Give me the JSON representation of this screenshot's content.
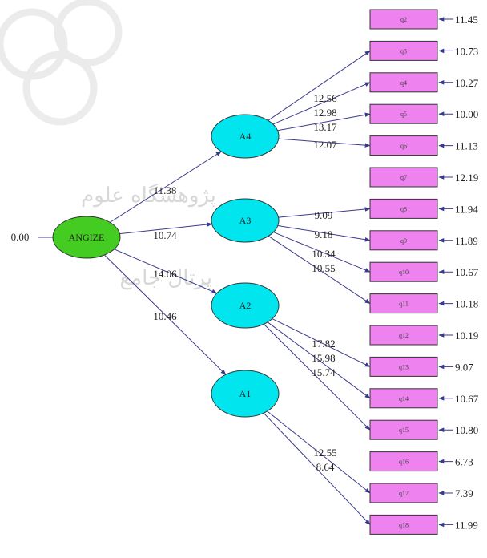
{
  "colors": {
    "line": "#3a3a8c",
    "box_fill": "#ee82ee",
    "box_stroke": "#333333",
    "latent_fill": "#00e5ee",
    "root_fill": "#44cc22",
    "text": "#222222",
    "watermark": "#c8c8c8"
  },
  "root": {
    "label": "ANGIZE",
    "error": "0.00"
  },
  "latents": [
    {
      "label": "A4"
    },
    {
      "label": "A3"
    },
    {
      "label": "A2"
    },
    {
      "label": "A1"
    }
  ],
  "root_paths": [
    "11.38",
    "10.74",
    "14.06",
    "10.46"
  ],
  "indicators": [
    {
      "label": "q2",
      "error": "11.45"
    },
    {
      "label": "q3",
      "error": "10.73"
    },
    {
      "label": "q4",
      "error": "10.27"
    },
    {
      "label": "q5",
      "error": "10.00"
    },
    {
      "label": "q6",
      "error": "11.13"
    },
    {
      "label": "q7",
      "error": "12.19"
    },
    {
      "label": "q8",
      "error": "11.94"
    },
    {
      "label": "q9",
      "error": "11.89"
    },
    {
      "label": "q10",
      "error": "10.67"
    },
    {
      "label": "q11",
      "error": "10.18"
    },
    {
      "label": "q12",
      "error": "10.19"
    },
    {
      "label": "q13",
      "error": "9.07"
    },
    {
      "label": "q14",
      "error": "10.67"
    },
    {
      "label": "q15",
      "error": "10.80"
    },
    {
      "label": "q16",
      "error": "6.73"
    },
    {
      "label": "q17",
      "error": "7.39"
    },
    {
      "label": "q18",
      "error": "11.99"
    }
  ],
  "loadings": [
    {
      "from": 0,
      "to": 1,
      "value": "12.56"
    },
    {
      "from": 0,
      "to": 2,
      "value": "12.98"
    },
    {
      "from": 0,
      "to": 3,
      "value": "13.17"
    },
    {
      "from": 0,
      "to": 4,
      "value": "12.07"
    },
    {
      "from": 1,
      "to": 6,
      "value": "9.09"
    },
    {
      "from": 1,
      "to": 7,
      "value": "9.18"
    },
    {
      "from": 1,
      "to": 8,
      "value": "10.34"
    },
    {
      "from": 1,
      "to": 9,
      "value": "10.55"
    },
    {
      "from": 2,
      "to": 11,
      "value": "17.82"
    },
    {
      "from": 2,
      "to": 12,
      "value": "15.98"
    },
    {
      "from": 2,
      "to": 13,
      "value": "15.74"
    },
    {
      "from": 3,
      "to": 15,
      "value": "12.55"
    },
    {
      "from": 3,
      "to": 16,
      "value": "8.64"
    }
  ],
  "watermark": {
    "line1": "پژوهشگاه علوم",
    "line2": "پرتال جامع"
  }
}
